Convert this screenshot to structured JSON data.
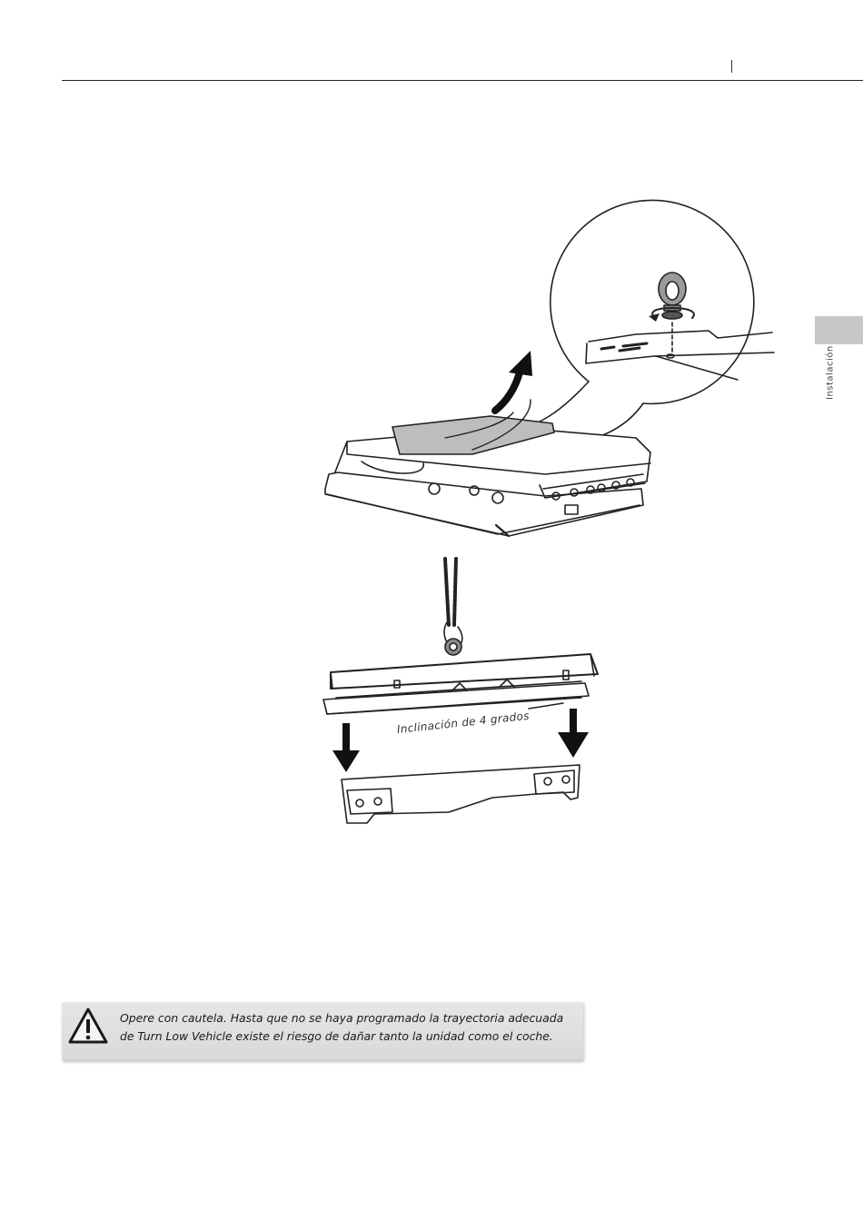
{
  "side_tab": {
    "label": "Instalación"
  },
  "figure": {
    "tilt_label": "Inclinación de 4 grados"
  },
  "warning": {
    "icon": "warning-triangle-icon",
    "lines": [
      "Opere con cautela. Hasta que no se haya programado la trayectoria adecuada",
      "de Turn Low Vehicle existe el riesgo de dañar tanto la unidad como el coche."
    ]
  }
}
